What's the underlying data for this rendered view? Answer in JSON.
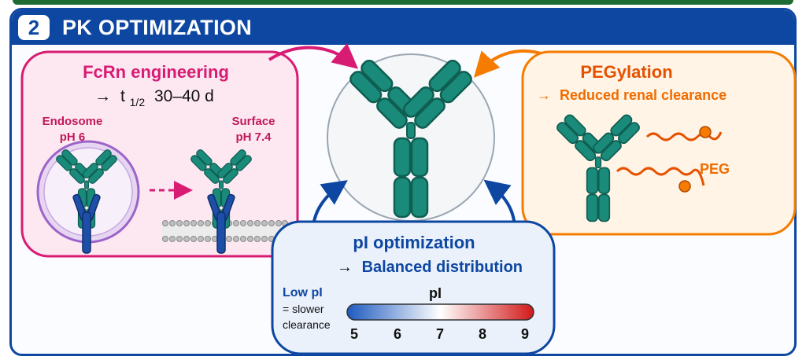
{
  "section": {
    "number": "2",
    "title": "PK OPTIMIZATION"
  },
  "fcrn": {
    "title": "FcRn engineering",
    "subtitle_arrow": "→",
    "subtitle_prefix": "t",
    "subtitle_sub": "1/2",
    "subtitle_value": "30–40 d",
    "endosome_label": "Endosome",
    "endosome_ph": "pH 6",
    "surface_label": "Surface",
    "surface_ph": "pH 7.4"
  },
  "pegylation": {
    "title": "PEGylation",
    "subtitle_arrow": "→",
    "subtitle": "Reduced renal clearance",
    "peg_label": "PEG"
  },
  "pi": {
    "title": "pI optimization",
    "subtitle_arrow": "→",
    "subtitle": "Balanced distribution",
    "low_title": "Low pI",
    "low_line1": "= slower",
    "low_line2": "clearance",
    "scale_label": "pI",
    "scale_ticks": [
      "5",
      "6",
      "7",
      "8",
      "9"
    ]
  },
  "colors": {
    "fcrn": "#d81b73",
    "peg": "#f57c00",
    "pi": "#0d47a1",
    "antibody": "#1a8a7a",
    "antibody_dark": "#0f5e52",
    "fcrn_receptor": "#1e4fa8"
  }
}
